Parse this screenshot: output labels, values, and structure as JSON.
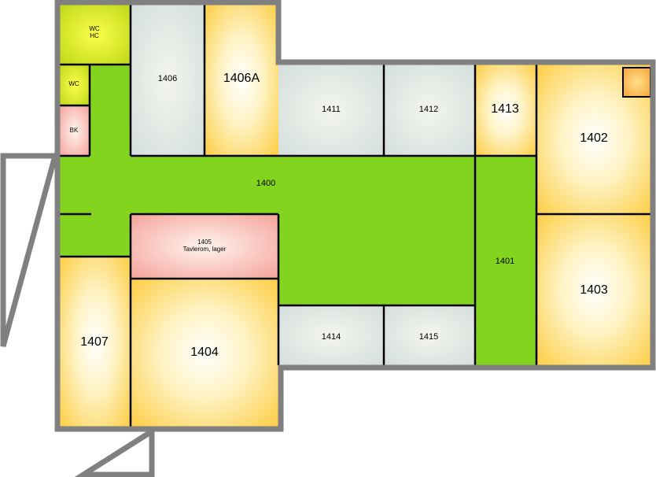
{
  "rooms": {
    "r1400": {
      "label": "1400"
    },
    "r1401": {
      "label": "1401"
    },
    "r1402": {
      "label": "1402"
    },
    "r1403": {
      "label": "1403"
    },
    "r1404": {
      "label": "1404"
    },
    "r1405": {
      "number": "1405",
      "name": "Tavlerom, lager"
    },
    "r1406": {
      "label": "1406"
    },
    "r1406a": {
      "label": "1406A"
    },
    "r1407": {
      "label": "1407"
    },
    "r1411": {
      "label": "1411"
    },
    "r1412": {
      "label": "1412"
    },
    "r1413": {
      "label": "1413"
    },
    "r1414": {
      "label": "1414"
    },
    "r1415": {
      "label": "1415"
    },
    "wc_hc": {
      "line1": "WC",
      "line2": "HC"
    },
    "wc": {
      "label": "WC"
    },
    "bk": {
      "label": "BK"
    }
  },
  "colors": {
    "corridor": "#82d41e",
    "wall": "#808080",
    "inner_wall": "#000000",
    "warm_center": "#ffffff",
    "warm_edge": "#fdd65a",
    "grey_room": "#dde6e3",
    "pink_edge": "#f5a8a0",
    "lime_edge": "#c8e01a",
    "orange_small": "#f9a640"
  }
}
